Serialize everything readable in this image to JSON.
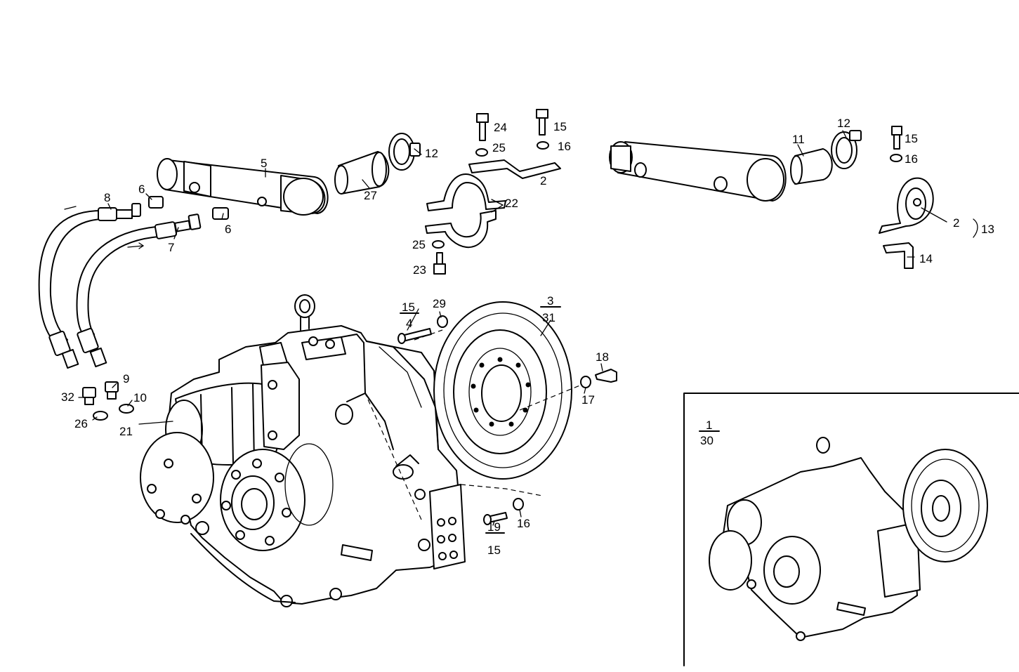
{
  "labels": {
    "l5": "5",
    "l6a": "6",
    "l6b": "6",
    "l7": "7",
    "l8": "8",
    "l27": "27",
    "l12a": "12",
    "l24": "24",
    "l25a": "25",
    "l15a": "15",
    "l16a": "16",
    "l2a": "2",
    "l22": "22",
    "l25b": "25",
    "l23": "23",
    "l11": "11",
    "l12b": "12",
    "l15b": "15",
    "l16b": "16",
    "l2b": "2",
    "l13": "13",
    "l14": "14",
    "l9": "9",
    "l10": "10",
    "l32": "32",
    "l26": "26",
    "l21": "21",
    "l29": "29",
    "l18": "18",
    "l17": "17",
    "l16c": "16"
  },
  "fractions": {
    "f15_4": {
      "num": "15",
      "den": "4"
    },
    "f3_31": {
      "num": "3",
      "den": "31"
    },
    "f19_15": {
      "num": "19",
      "den": "15"
    },
    "f1_30": {
      "num": "1",
      "den": "30"
    }
  }
}
